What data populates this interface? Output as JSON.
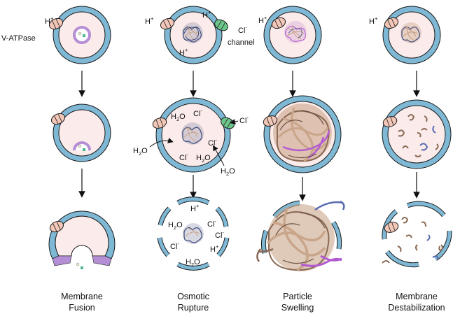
{
  "colors": {
    "membrane": "#7fb8d4",
    "membrane_outline": "#1a1a1a",
    "lumen": "#fcebeb",
    "vesicle": "#b58fd6",
    "pump": "#f3c7b8",
    "cl_channel": "#6cc68a",
    "polymer_dark": "#3b4a7a",
    "polymer_tan": "#c9a58a",
    "polymer_purple": "#b35ad1",
    "cargo": "#4bb88a"
  },
  "labels": {
    "vatpase": "V-ATPase",
    "cl_channel_1": "Cl",
    "cl_channel_2": "channel",
    "h": "H",
    "plus": "+",
    "cl": "Cl",
    "minus": "-",
    "h2o_h": "H",
    "h2o_2": "2",
    "h2o_o": "O"
  },
  "captions": [
    {
      "line1": "Membrane",
      "line2": "Fusion"
    },
    {
      "line1": "Osmotic",
      "line2": "Rupture"
    },
    {
      "line1": "Particle",
      "line2": "Swelling"
    },
    {
      "line1": "Membrane",
      "line2": "Destabilization"
    }
  ]
}
